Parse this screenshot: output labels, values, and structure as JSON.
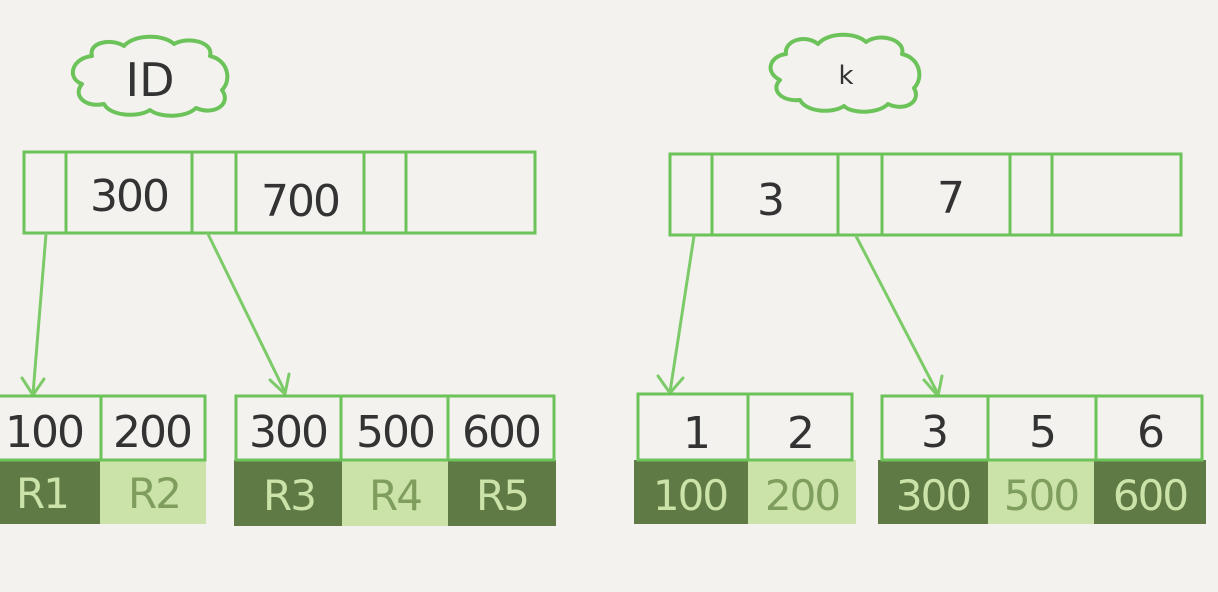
{
  "colors": {
    "line": "#6cc35a",
    "dark_cell": "#5f7a45",
    "light_cell": "#cbe3a8",
    "dark_cell_text": "#cbe3a8",
    "light_cell_text": "#7f9d5c",
    "text": "#333333",
    "background": "#f4f2ef"
  },
  "trees": [
    {
      "label": "ID",
      "root_keys": [
        "300",
        "700"
      ],
      "leaves": [
        {
          "entries": [
            {
              "key": "100",
              "value": "R1",
              "shade": "dark"
            },
            {
              "key": "200",
              "value": "R2",
              "shade": "light"
            }
          ]
        },
        {
          "entries": [
            {
              "key": "300",
              "value": "R3",
              "shade": "dark"
            },
            {
              "key": "500",
              "value": "R4",
              "shade": "light"
            },
            {
              "key": "600",
              "value": "R5",
              "shade": "dark"
            }
          ]
        }
      ]
    },
    {
      "label": "k",
      "root_keys": [
        "3",
        "7"
      ],
      "leaves": [
        {
          "entries": [
            {
              "key": "1",
              "value": "100",
              "shade": "dark"
            },
            {
              "key": "2",
              "value": "200",
              "shade": "light"
            }
          ]
        },
        {
          "entries": [
            {
              "key": "3",
              "value": "300",
              "shade": "dark"
            },
            {
              "key": "5",
              "value": "500",
              "shade": "light"
            },
            {
              "key": "6",
              "value": "600",
              "shade": "dark"
            }
          ]
        }
      ]
    }
  ]
}
